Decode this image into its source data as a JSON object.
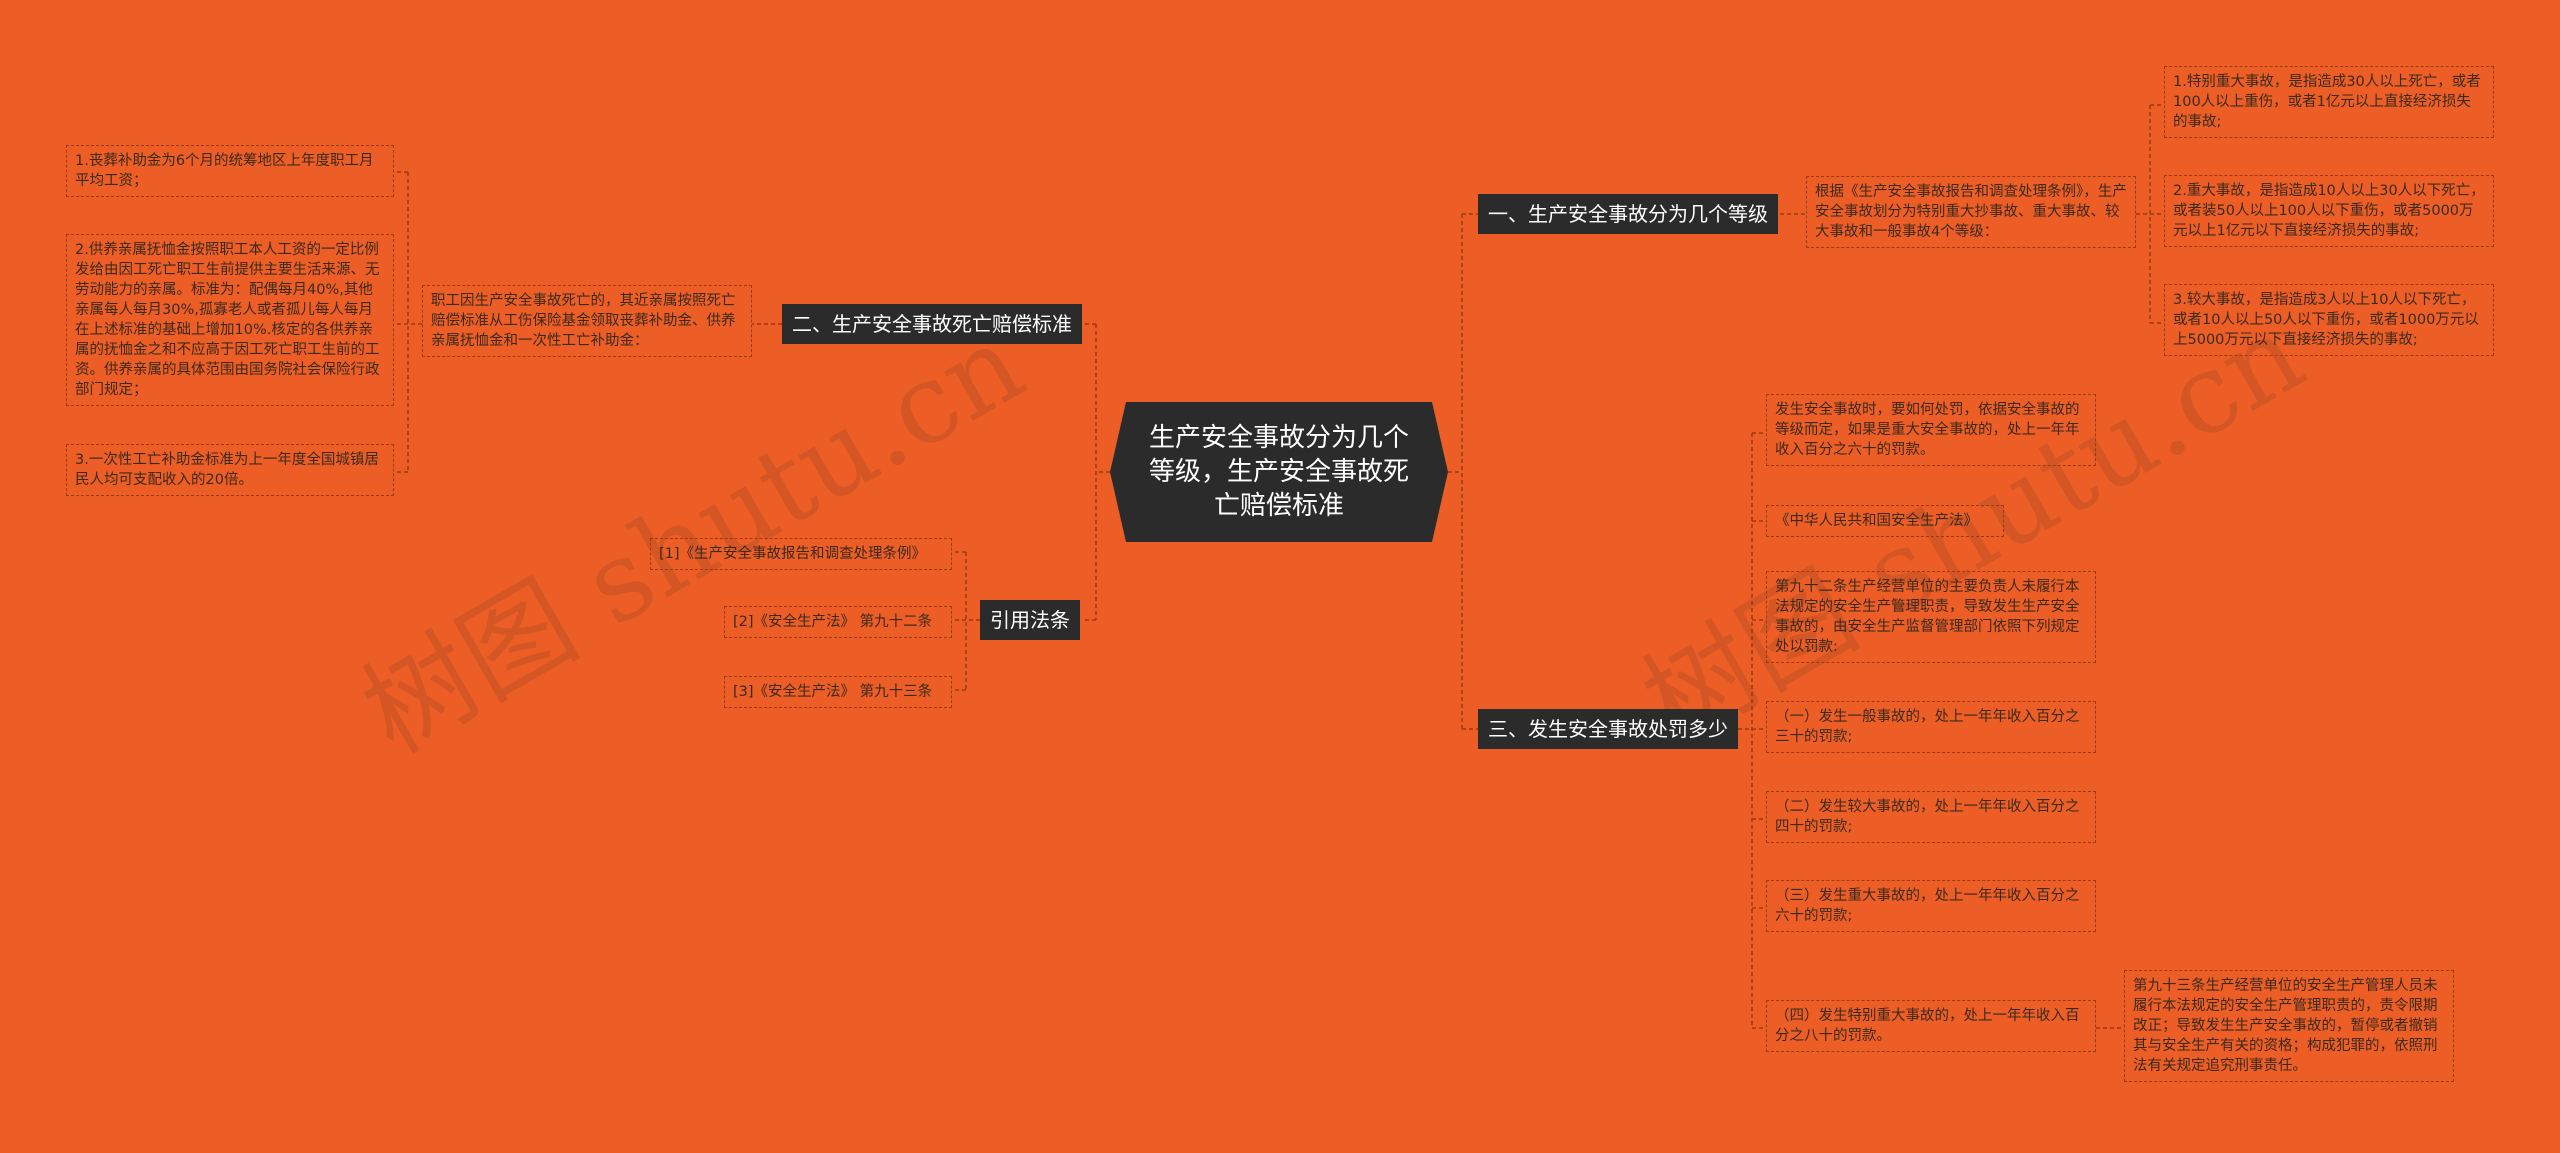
{
  "root": {
    "title": "生产安全事故分为几个等级，生产安全事故死亡赔偿标准"
  },
  "branches": {
    "b1": "一、生产安全事故分为几个等级",
    "b2": "二、生产安全事故死亡赔偿标准",
    "b3": "三、发生安全事故处罚多少",
    "b4": "引用法条"
  },
  "b1": {
    "summary": "根据《生产安全事故报告和调查处理条例》，生产安全事故划分为特别重大抄事故、重大事故、较大事故和一般事故4个等级：",
    "items": [
      "1.特别重大事故，是指造成30人以上死亡，或者100人以上重伤，或者1亿元以上直接经济损失的事故;",
      "2.重大事故，是指造成10人以上30人以下死亡，或者装50人以上100人以下重伤，或者5000万元以上1亿元以下直接经济损失的事故;",
      "3.较大事故，是指造成3人以上10人以下死亡，或者10人以上50人以下重伤，或者1000万元以上5000万元以下直接经济损失的事故;"
    ]
  },
  "b2": {
    "summary": "职工因生产安全事故死亡的，其近亲属按照死亡赔偿标准从工伤保险基金领取丧葬补助金、供养亲属抚恤金和一次性工亡补助金：",
    "items": [
      "1.丧葬补助金为6个月的统筹地区上年度职工月平均工资；",
      "2.供养亲属抚恤金按照职工本人工资的一定比例发给由因工死亡职工生前提供主要生活来源、无劳动能力的亲属。标准为：配偶每月40%,其他亲属每人每月30%,孤寡老人或者孤儿每人每月在上述标准的基础上增加10%.核定的各供养亲属的抚恤金之和不应高于因工死亡职工生前的工资。供养亲属的具体范围由国务院社会保险行政部门规定；",
      "3.一次性工亡补助金标准为上一年度全国城镇居民人均可支配收入的20倍。"
    ]
  },
  "b3": {
    "items": [
      "发生安全事故时，要如何处罚，依据安全事故的等级而定，如果是重大安全事故的，处上一年年收入百分之六十的罚款。",
      "《中华人民共和国安全生产法》",
      "第九十二条生产经营单位的主要负责人未履行本法规定的安全生产管理职责，导致发生生产安全事故的，由安全生产监督管理部门依照下列规定处以罚款:",
      "（一）发生一般事故的，处上一年年收入百分之三十的罚款;",
      "（二）发生较大事故的，处上一年年收入百分之四十的罚款;",
      "（三）发生重大事故的，处上一年年收入百分之六十的罚款;",
      "（四）发生特别重大事故的，处上一年年收入百分之八十的罚款。"
    ],
    "extra": "第九十三条生产经营单位的安全生产管理人员未履行本法规定的安全生产管理职责的，责令限期改正；导致发生生产安全事故的，暂停或者撤销其与安全生产有关的资格；构成犯罪的，依照刑法有关规定追究刑事责任。"
  },
  "b4": {
    "items": [
      "[1]《生产安全事故报告和调查处理条例》",
      "[2]《安全生产法》 第九十二条",
      "[3]《安全生产法》 第九十三条"
    ]
  },
  "watermarks": [
    "树图 shutu.cn",
    "树图 shutu.cn"
  ],
  "colors": {
    "background": "#EC5E25",
    "node": "#2B2B2B",
    "line": "#9C3A12"
  }
}
